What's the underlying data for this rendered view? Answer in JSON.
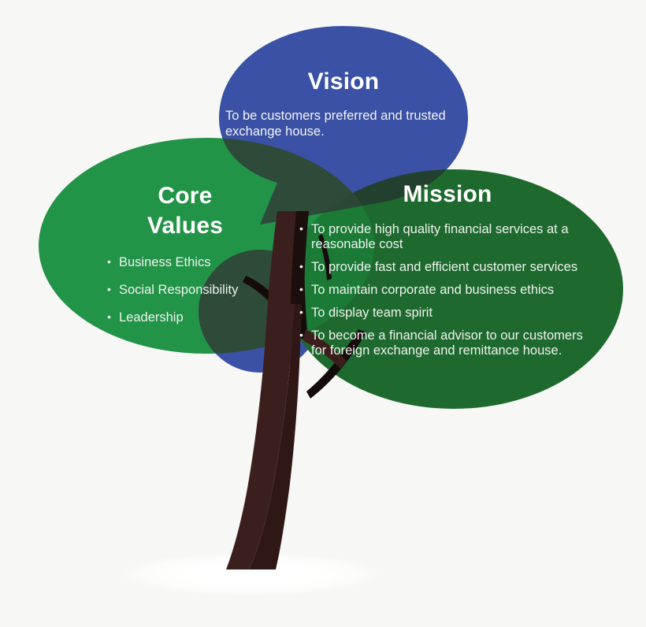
{
  "diagram": {
    "type": "tree-concept-diagram",
    "background_color": "#f7f7f5",
    "palette": {
      "vision_blue": "#3a51a5",
      "core_values_green": "#229448",
      "mission_green": "#1e6a2e",
      "overlap_blue_green": "#2e4a38",
      "overlap_green_dark": "#22402e",
      "trunk_brown": "#3b1f1d",
      "branch_dark": "#120a09",
      "text_white": "#ffffff",
      "shadow_white": "#ffffff"
    }
  },
  "vision": {
    "title": "Vision",
    "body": "To be customers preferred and trusted exchange house.",
    "shape": "ellipse-speech-bubble",
    "color": "#3a51a5"
  },
  "core_values": {
    "title": "Core\nValues",
    "shape": "ellipse",
    "color": "#229448",
    "items": [
      "Business Ethics",
      "Social Responsibility",
      "Leadership"
    ]
  },
  "mission": {
    "title": "Mission",
    "shape": "ellipse",
    "color": "#1e6a2e",
    "items": [
      "To provide high quality financial services at a\n reasonable cost",
      "To provide fast and efficient customer services",
      "To maintain corporate and business ethics",
      "To display team spirit",
      "To become a financial advisor to our customers\nfor foreign exchange and remittance house."
    ]
  },
  "tree": {
    "trunk_label": "tree-trunk",
    "branch_label": "tree-branches",
    "shadow_label": "ground-shadow"
  }
}
